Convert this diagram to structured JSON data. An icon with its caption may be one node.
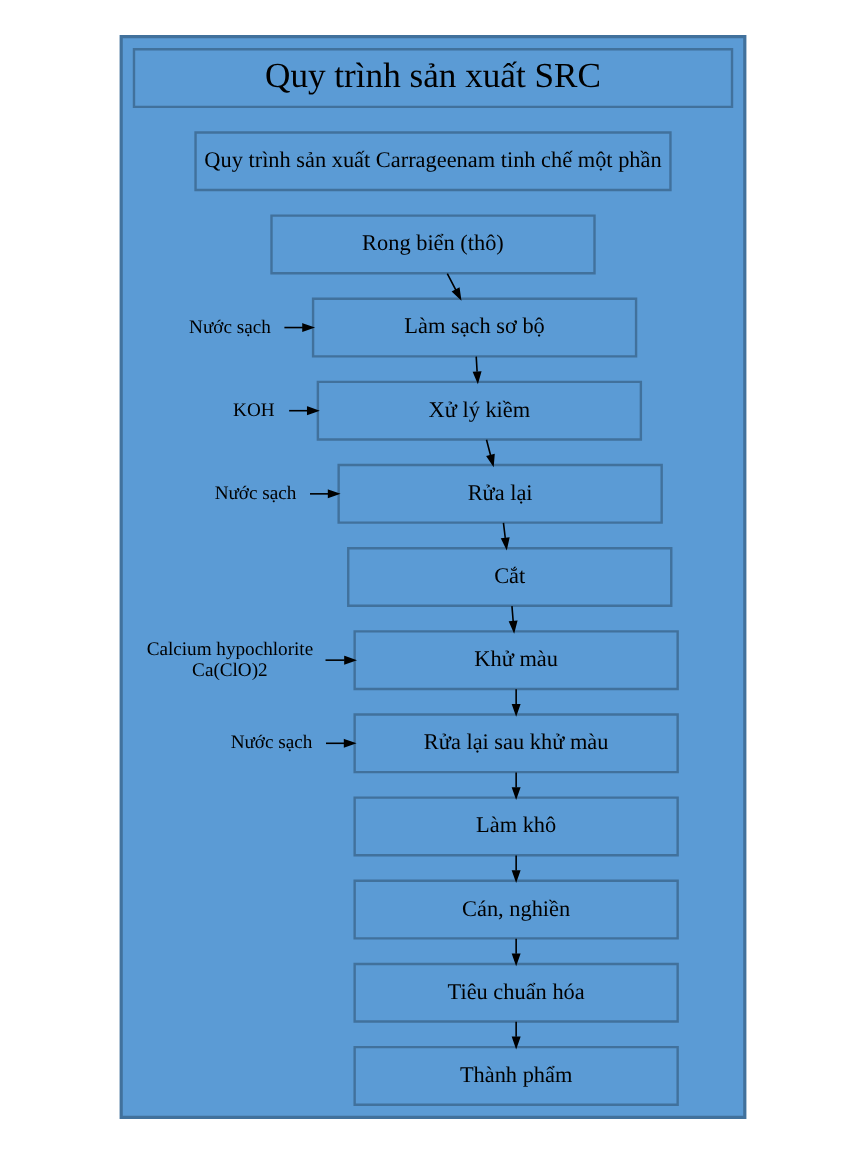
{
  "diagram": {
    "nodes": [
      {
        "text": [],
        "shape": "box"
      },
      {
        "text": [
          "Quy trình sản xuất SRC"
        ],
        "in": 0
      },
      {
        "text": [
          "Quy trình sản xuất Carrageenam tinh chế một phần"
        ],
        "in": 0
      },
      {
        "text": [
          "Rong biển (thô)"
        ],
        "in": 0
      },
      {
        "text": [
          "Làm sạch sơ bộ"
        ],
        "in": 0
      },
      {
        "text": [
          "Xử lý kiềm"
        ],
        "in": 0
      },
      {
        "text": [
          "Rửa lại"
        ],
        "in": 0
      },
      {
        "text": [
          "Cắt"
        ],
        "in": 0
      },
      {
        "text": [
          "Khử màu"
        ],
        "in": 0
      },
      {
        "text": [
          "Rửa lại sau khử màu"
        ],
        "in": 0
      },
      {
        "text": [
          "Làm khô"
        ],
        "in": 0
      },
      {
        "text": [
          "Cán, nghiền"
        ],
        "in": 0
      },
      {
        "text": [
          "Tiêu chuẩn hóa"
        ],
        "in": 0
      },
      {
        "text": [
          "Thành phẩm"
        ],
        "in": 0
      },
      {
        "text": [
          "Nước sạch"
        ],
        "in": 0
      },
      {
        "text": [
          "KOH"
        ],
        "in": 0
      },
      {
        "text": [
          "Nước sạch"
        ],
        "in": 0
      },
      {
        "text": [
          "Calcium hypochlorite Ca(ClO)2"
        ],
        "in": 0
      },
      {
        "text": [
          "Nước sạch"
        ],
        "in": 0
      }
    ],
    "edges": [
      {
        "from": 3,
        "to": 4,
        "arrow": "to"
      },
      {
        "from": 4,
        "to": 5,
        "arrow": "to"
      },
      {
        "from": 5,
        "to": 6,
        "arrow": "to"
      },
      {
        "from": 6,
        "to": 7,
        "arrow": "to"
      },
      {
        "from": 7,
        "to": 8,
        "arrow": "to"
      },
      {
        "from": 8,
        "to": 9,
        "arrow": "to"
      },
      {
        "from": 9,
        "to": 10,
        "arrow": "to"
      },
      {
        "from": 10,
        "to": 11,
        "arrow": "to"
      },
      {
        "from": 11,
        "to": 12,
        "arrow": "to"
      },
      {
        "from": 12,
        "to": 13,
        "arrow": "to"
      },
      {
        "from": 14,
        "to": 4,
        "arrow": "to"
      },
      {
        "from": 15,
        "to": 5,
        "arrow": "to"
      },
      {
        "from": 16,
        "to": 6,
        "arrow": "to"
      },
      {
        "from": 17,
        "to": 8,
        "arrow": "to"
      },
      {
        "from": 18,
        "to": 9,
        "arrow": "to"
      }
    ]
  }
}
